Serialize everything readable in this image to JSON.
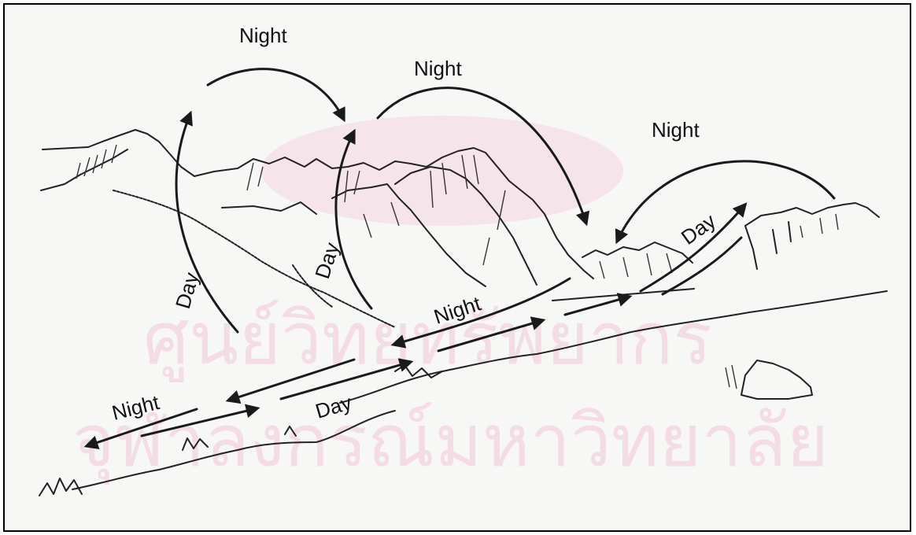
{
  "watermark": {
    "line1": "ศูนย์วิทยทรัพยากร",
    "line2": "จุฬาลงกรณ์มหาวิทยาลัย",
    "color": "#f0c6da"
  },
  "labels": {
    "night_top_left": "Night",
    "night_top_middle": "Night",
    "night_top_right": "Night",
    "day_left_slope": "Day",
    "day_middle_slope": "Day",
    "day_right_slope": "Day",
    "night_valley_upper": "Night",
    "night_valley_lower": "Night",
    "day_valley_lower": "Day"
  }
}
